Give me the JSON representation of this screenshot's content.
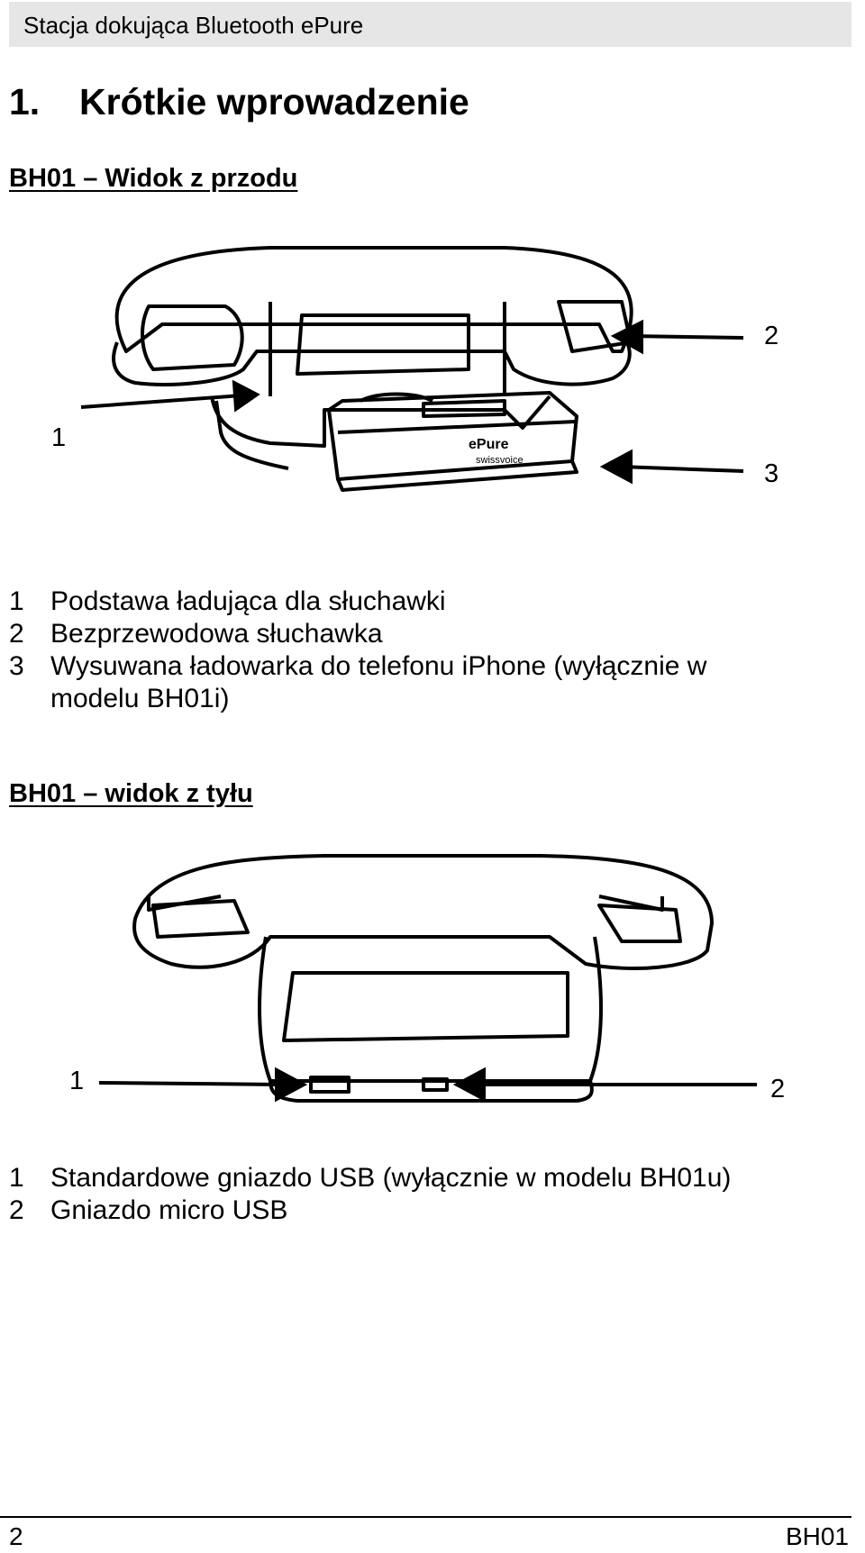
{
  "header": {
    "title": "Stacja dokująca Bluetooth ePure"
  },
  "section": {
    "number": "1.",
    "title": "Krótkie wprowadzenie"
  },
  "front_view": {
    "heading": "BH01 – Widok z przodu",
    "callouts": [
      "1",
      "2",
      "3"
    ],
    "brand_text": "ePure",
    "brand_sub": "swissvoice",
    "legend": [
      {
        "num": "1",
        "text": "Podstawa ładująca dla słuchawki"
      },
      {
        "num": "2",
        "text": "Bezprzewodowa słuchawka"
      },
      {
        "num": "3",
        "text": "Wysuwana ładowarka do telefonu iPhone (wyłącznie w modelu BH01i)"
      }
    ]
  },
  "back_view": {
    "heading": "BH01 – widok z tyłu",
    "callouts": [
      "1",
      "2"
    ],
    "legend": [
      {
        "num": "1",
        "text": "Standardowe gniazdo USB (wyłącznie w modelu BH01u)"
      },
      {
        "num": "2",
        "text": "Gniazdo micro USB"
      }
    ]
  },
  "footer": {
    "page": "2",
    "model": "BH01"
  }
}
